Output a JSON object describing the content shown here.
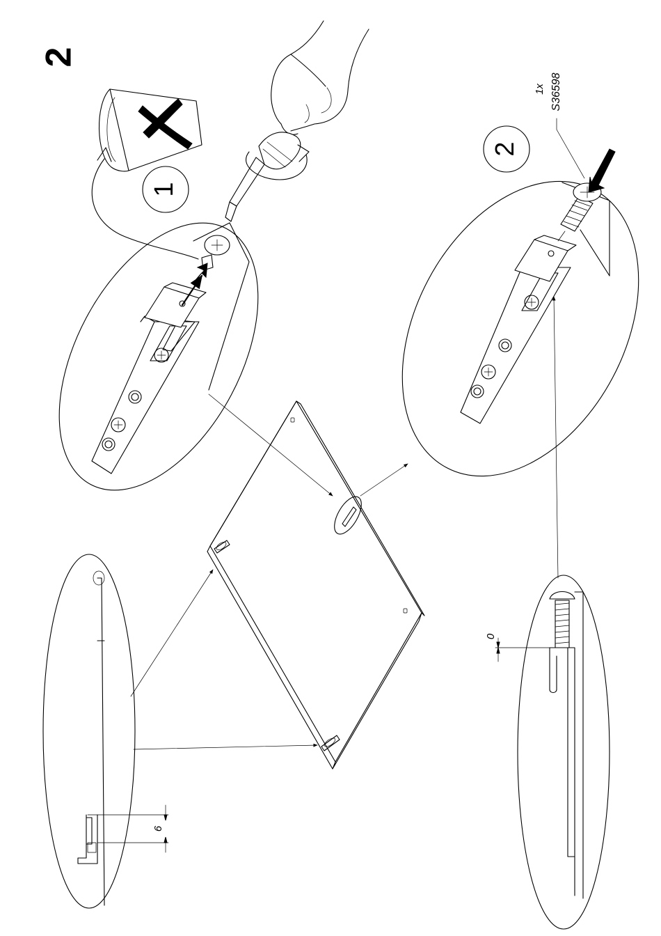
{
  "step": {
    "number": "2"
  },
  "callouts": [
    {
      "id": "sub-step-1",
      "label": "1"
    },
    {
      "id": "sub-step-2",
      "label": "2"
    }
  ],
  "hardware": {
    "quantity": "1x",
    "part_code": "S36598"
  },
  "dimensions": {
    "gap_top": "0",
    "gap_bottom": "6"
  },
  "icons": {
    "forbidden": "cross-x-icon",
    "tool": "screwdriver-icon",
    "rotation": "rotate-arrow-icon"
  },
  "colors": {
    "ink": "#000000",
    "paper": "#ffffff"
  }
}
